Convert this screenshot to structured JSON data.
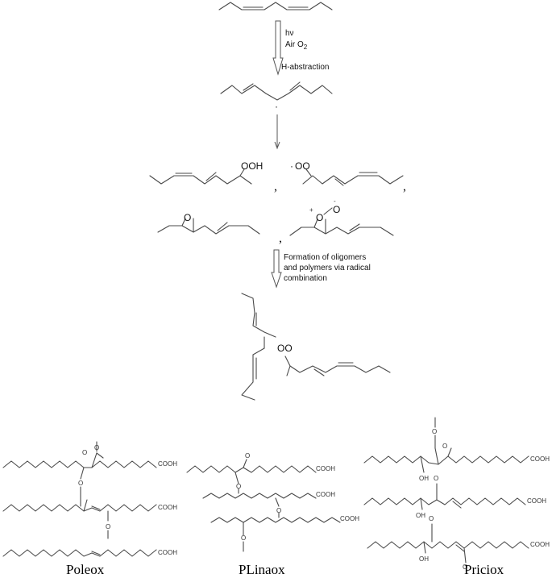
{
  "step1": {
    "conditions": [
      "hν",
      "Air O",
      "2"
    ],
    "mechanism": "H-abstraction"
  },
  "radical_dot": "·",
  "products_row1": {
    "hydroperoxide_label": "OOH",
    "peroxyl_dot": "·",
    "peroxyl_label": "OO",
    "separator": ","
  },
  "products_row2": {
    "epoxide_o": "O",
    "oxide_plus": "+",
    "oxide_o": "O",
    "oxide_minus": "-",
    "separator": ","
  },
  "step2": {
    "note_lines": [
      "Formation of oligomers",
      "and polymers via radical",
      "combination"
    ]
  },
  "combined_label": "OO",
  "polymers": {
    "cooh": "COOH",
    "o": "O",
    "oh": "OH",
    "captions": [
      "Poleox",
      "PLinaox",
      "Priciox"
    ]
  }
}
